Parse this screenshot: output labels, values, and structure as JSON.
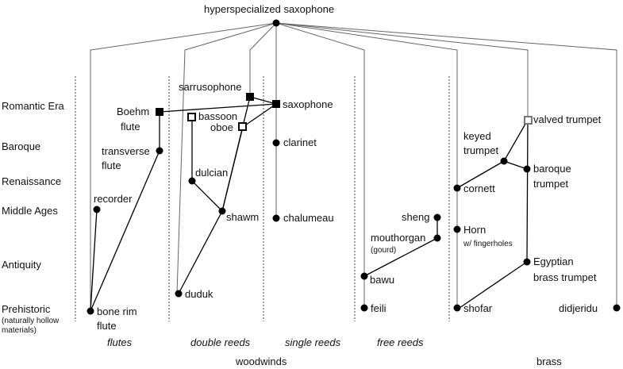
{
  "root": "hyperspecialized saxophone",
  "eras": {
    "romantic": "Romantic Era",
    "baroque": "Baroque",
    "renaissance": "Renaissance",
    "middle_ages": "Middle Ages",
    "antiquity": "Antiquity",
    "prehistoric": "Prehistoric",
    "prehistoric_note_1": "(naturally hollow",
    "prehistoric_note_2": "materials)"
  },
  "categories": {
    "flutes": "flutes",
    "double_reeds": "double reeds",
    "single_reeds": "single reeds",
    "free_reeds": "free reeds"
  },
  "groups": {
    "woodwinds": "woodwinds",
    "brass": "brass"
  },
  "instruments": {
    "boehm_1": "Boehm",
    "boehm_2": "flute",
    "transverse_1": "transverse",
    "transverse_2": "flute",
    "recorder": "recorder",
    "bone_1": "bone rim",
    "bone_2": "flute",
    "sarrusophone": "sarrusophone",
    "bassoon": "bassoon",
    "oboe": "oboe",
    "dulcian": "dulcian",
    "shawm": "shawm",
    "duduk": "duduk",
    "saxophone": "saxophone",
    "clarinet": "clarinet",
    "chalumeau": "chalumeau",
    "sheng": "sheng",
    "mouthorgan": "mouthorgan",
    "gourd": "(gourd)",
    "bawu": "bawu",
    "feili": "feili",
    "valved_trumpet": "valved trumpet",
    "keyed_1": "keyed",
    "keyed_2": "trumpet",
    "baroque_1": "baroque",
    "baroque_2": "trumpet",
    "cornett": "cornett",
    "horn": "Horn",
    "horn_note": "w/ fingerholes",
    "egyptian_1": "Egyptian",
    "egyptian_2": "brass trumpet",
    "shofar": "shofar",
    "didjeridu": "didjeridu"
  }
}
